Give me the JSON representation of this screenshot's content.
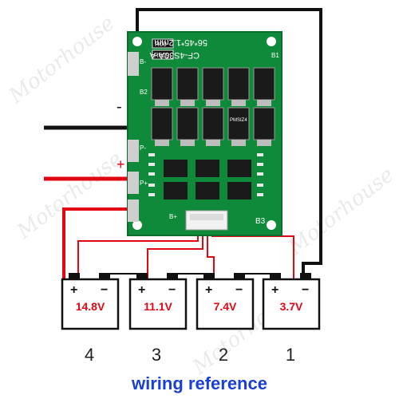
{
  "watermark": "Motorhouse",
  "board": {
    "model": "CF-4S30A-A",
    "dimensions": "56*45*1.2mm",
    "resistor_top": "R00",
    "resistor_bottom": "R009",
    "pad_b_minus": "B-",
    "pad_b2": "B2",
    "pad_p_minus": "P-",
    "pad_p_plus": "P+",
    "pad_b_plus": "B+",
    "pad_b1": "B1",
    "pad_b3": "B3",
    "mosfet_label": "PMSIZ4"
  },
  "wire_labels": {
    "negative": "-",
    "positive": "+"
  },
  "batteries": [
    {
      "voltage": "14.8V",
      "number": "4"
    },
    {
      "voltage": "11.1V",
      "number": "3"
    },
    {
      "voltage": "7.4V",
      "number": "2"
    },
    {
      "voltage": "3.7V",
      "number": "1"
    }
  ],
  "caption": "wiring reference",
  "colors": {
    "pcb": "#0f8a3a",
    "wire_red": "#e30613",
    "wire_black": "#111111",
    "volt_text": "#e30613",
    "caption": "#1a3fd6"
  }
}
